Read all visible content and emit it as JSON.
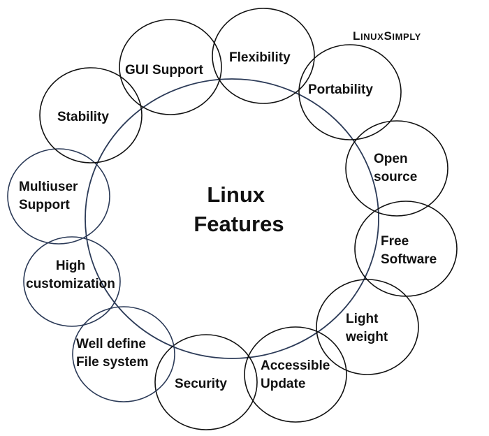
{
  "brand": {
    "big1": "L",
    "small1": "INUX",
    "big2": "S",
    "small2": "IMPLY"
  },
  "center": {
    "lines": [
      "Linux",
      "Features"
    ]
  },
  "features": [
    {
      "lines": [
        "Flexibility"
      ],
      "stroke": "#111111"
    },
    {
      "lines": [
        "Portability"
      ],
      "stroke": "#111111"
    },
    {
      "lines": [
        "Open",
        "source"
      ],
      "stroke": "#111111"
    },
    {
      "lines": [
        "Free",
        "Software"
      ],
      "stroke": "#111111"
    },
    {
      "lines": [
        "Light",
        "weight"
      ],
      "stroke": "#111111"
    },
    {
      "lines": [
        "Accessible",
        "Update"
      ],
      "stroke": "#111111"
    },
    {
      "lines": [
        "Security"
      ],
      "stroke": "#111111"
    },
    {
      "lines": [
        "Well define",
        "File system"
      ],
      "stroke": "#2b3a57"
    },
    {
      "lines": [
        "High",
        "customization"
      ],
      "stroke": "#2b3a57"
    },
    {
      "lines": [
        "Multiuser",
        "Support"
      ],
      "stroke": "#2b3a57"
    },
    {
      "lines": [
        "Stability"
      ],
      "stroke": "#111111"
    },
    {
      "lines": [
        "GUI Support"
      ],
      "stroke": "#111111"
    }
  ],
  "colors": {
    "center_stroke": "#2b3a57",
    "text": "#111111"
  }
}
